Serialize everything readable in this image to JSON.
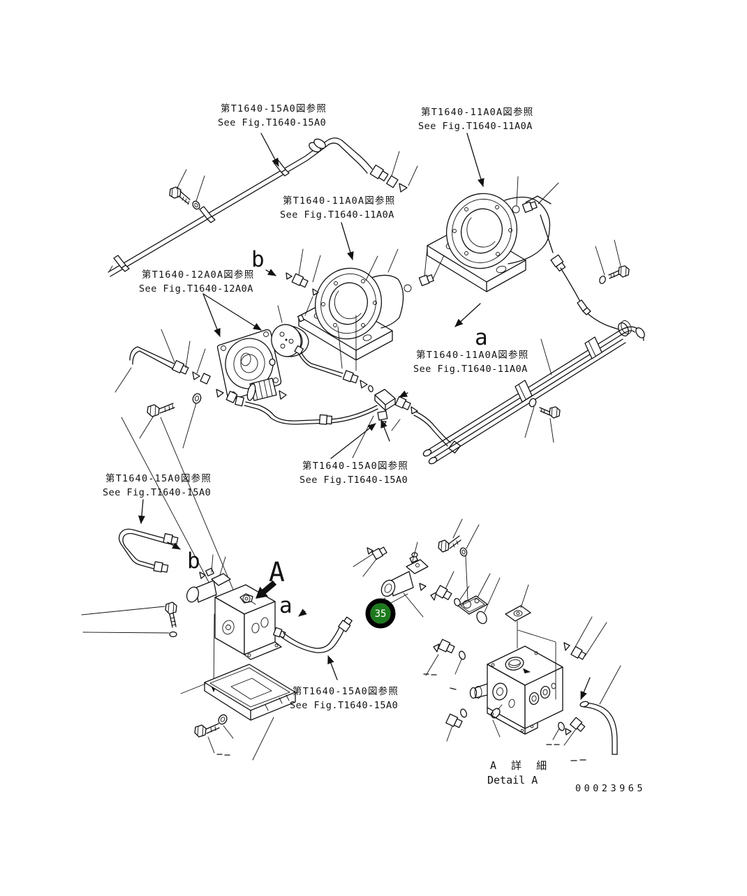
{
  "drawing": {
    "background": "#ffffff",
    "line_color": "#111111",
    "ref_labels": [
      {
        "position": "top-left",
        "jp": "第T1640-15A0図参照",
        "en": "See Fig.T1640-15A0"
      },
      {
        "position": "top-right",
        "jp": "第T1640-11A0A図参照",
        "en": "See Fig.T1640-11A0A"
      },
      {
        "position": "upper-middle",
        "jp": "第T1640-11A0A図参照",
        "en": "See Fig.T1640-11A0A"
      },
      {
        "position": "middle-left",
        "jp": "第T1640-12A0A図参照",
        "en": "See Fig.T1640-12A0A"
      },
      {
        "position": "middle-right",
        "jp": "第T1640-11A0A図参照",
        "en": "See Fig.T1640-11A0A"
      },
      {
        "position": "center",
        "jp": "第T1640-15A0図参照",
        "en": "See Fig.T1640-15A0"
      },
      {
        "position": "lower-left",
        "jp": "第T1640-15A0図参照",
        "en": "See Fig.T1640-15A0"
      },
      {
        "position": "bottom-center",
        "jp": "第T1640-15A0図参照",
        "en": "See Fig.T1640-15A0"
      }
    ],
    "connection_letters": {
      "upper_b": "b",
      "upper_a": "a",
      "lower_b": "b",
      "detail_marker": "A",
      "lower_a": "a"
    },
    "balloon": {
      "number": "35",
      "fill": "#1c7a1c",
      "ring_color": "#000000",
      "text_color": "#ffffff"
    },
    "detail_caption": {
      "jp": "A 詳 細",
      "en": "Detail A"
    },
    "drawing_number": "00023965"
  }
}
